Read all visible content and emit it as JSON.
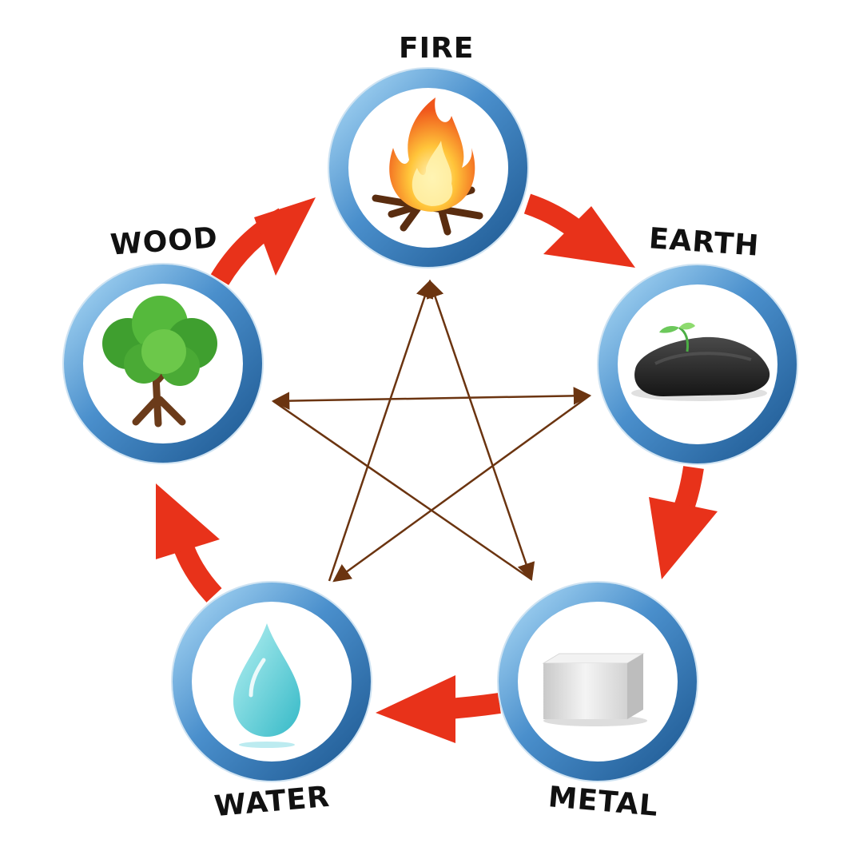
{
  "elements": {
    "fire": {
      "label": "FIRE"
    },
    "earth": {
      "label": "EARTH"
    },
    "metal": {
      "label": "METAL"
    },
    "water": {
      "label": "WATER"
    },
    "wood": {
      "label": "WOOD"
    }
  },
  "colors": {
    "ring_dark": "#2f6fa8",
    "ring_light": "#8cc6ee",
    "cycle_arrow": "#e8321a",
    "star_line": "#6b3410",
    "label_text": "#111111"
  }
}
